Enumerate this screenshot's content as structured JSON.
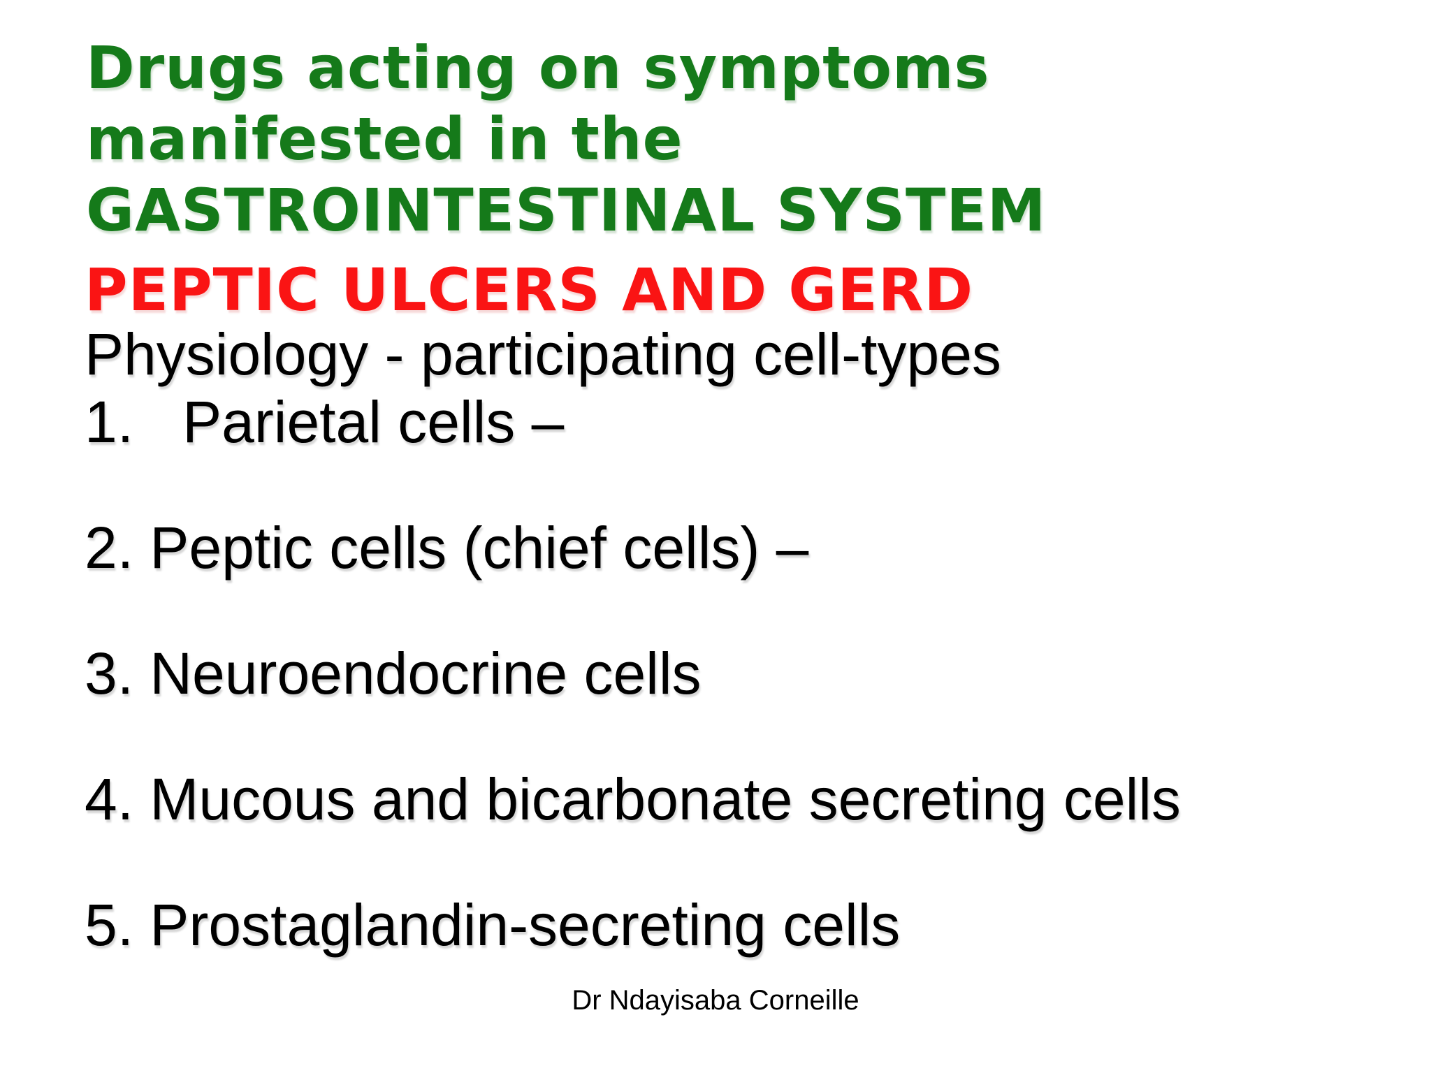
{
  "slide": {
    "background_color": "#ffffff",
    "title": {
      "line1": "Drugs acting on symptoms manifested in the",
      "line2": "GASTROINTESTINAL SYSTEM",
      "color": "#157a1a"
    },
    "section_heading": {
      "text": "PEPTIC ULCERS AND GERD",
      "color": "#fa1414"
    },
    "subheading": "Physiology - participating cell-types",
    "list_items": [
      "1.   Parietal cells –",
      "2. Peptic cells (chief cells) –",
      "3. Neuroendocrine cells",
      "4. Mucous and bicarbonate secreting cells",
      "5. Prostaglandin-secreting cells"
    ],
    "footer": "Dr Ndayisaba Corneille"
  }
}
